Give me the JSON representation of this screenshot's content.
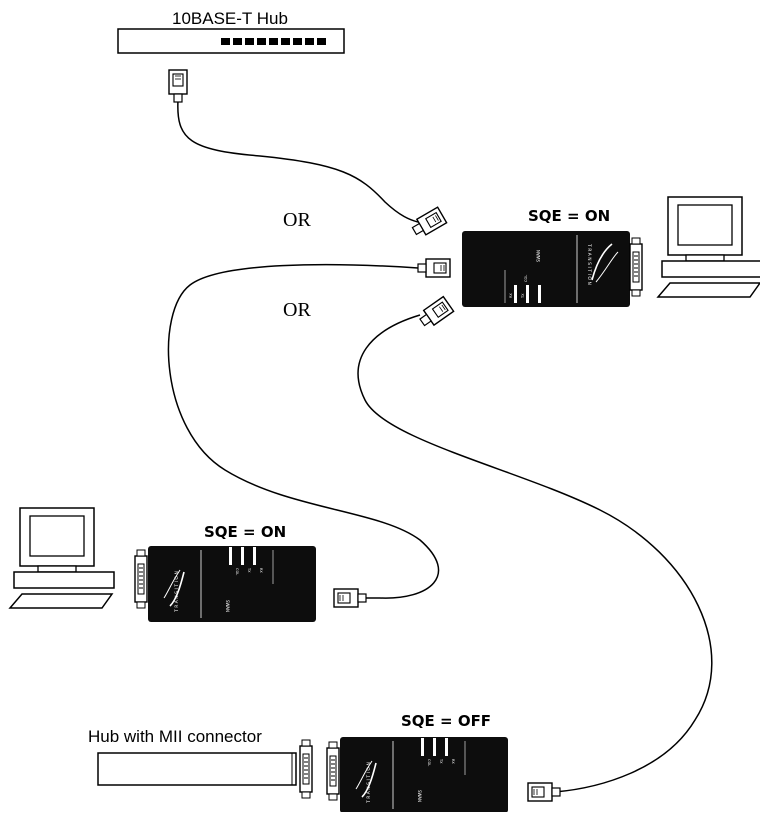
{
  "labels": {
    "hub_10baset": "10BASE-T Hub",
    "or_1": "OR",
    "or_2": "OR",
    "sqe_top": "SQE = ON",
    "sqe_left": "SQE = ON",
    "sqe_bottom": "SQE = OFF",
    "hub_mii": "Hub with MII connector"
  },
  "device_marks": {
    "model": "SWAN",
    "leds": [
      "COL",
      "TX",
      "RX"
    ],
    "brand": "TRANSITION"
  },
  "colors": {
    "ink": "#000000",
    "paper": "#ffffff",
    "module_body": "#0d0d0d",
    "module_text": "#ffffff"
  },
  "icons": [
    "hub-icon",
    "rj45-plug-icon",
    "transceiver-module-icon",
    "computer-icon",
    "mii-connector-icon",
    "cable-icon"
  ]
}
